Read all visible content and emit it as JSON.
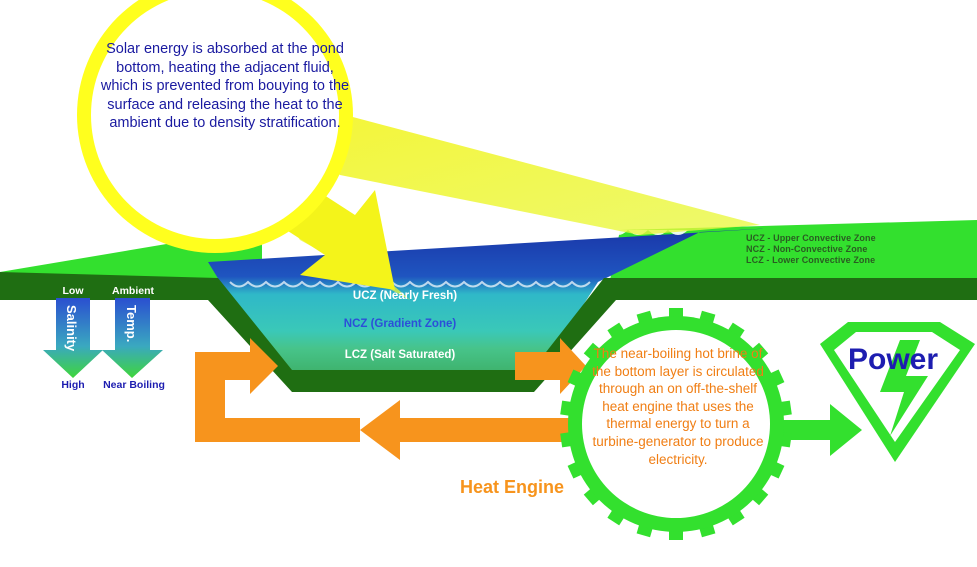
{
  "sun": {
    "description": "Solar energy is absorbed at the pond bottom, heating the adjacent fluid, which is prevented from bouying to the surface and releasing the heat to the ambient due to density stratification."
  },
  "zones": {
    "ucz": "UCZ (Nearly Fresh)",
    "ncz": "NCZ (Gradient Zone)",
    "lcz": "LCZ (Salt Saturated)"
  },
  "legend": [
    "UCZ - Upper Convective Zone",
    "NCZ - Non-Convective Zone",
    "LCZ  - Lower Convective Zone"
  ],
  "salinity": {
    "top": "Low",
    "label": "Salinity",
    "bottom": "High"
  },
  "temperature": {
    "top": "Ambient",
    "label": "Temp.",
    "bottom": "Near Boiling"
  },
  "engine": {
    "title": "Heat Engine",
    "description": "The near-boiling hot brine of the bottom layer is circulated through an on off-the-shelf heat engine that uses the thermal energy to turn a turbine-generator to produce electricity."
  },
  "power": {
    "label": "Power"
  },
  "colors": {
    "ground_light": "#33e02e",
    "ground_dark": "#1f6e12",
    "sun_yellow": "#ffff1e",
    "water_top": "#1a3fb0",
    "water_mid": "#2fc3c8",
    "water_bottom": "#45c07a",
    "engine_orange": "#f7941d",
    "text_blue": "#1d1db0"
  }
}
